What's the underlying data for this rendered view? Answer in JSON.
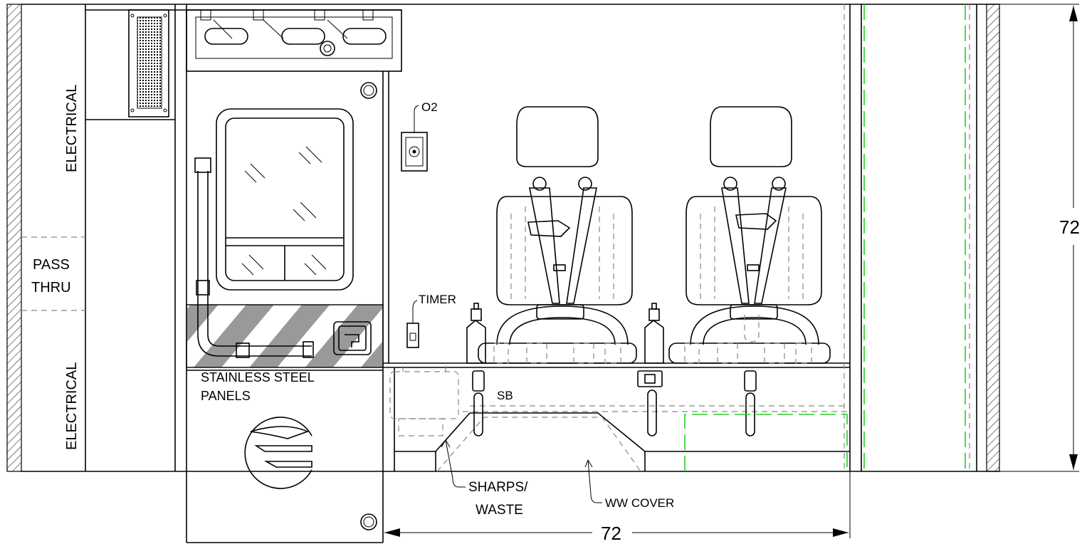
{
  "labels": {
    "electrical_top": "ELECTRICAL",
    "pass_line1": "PASS",
    "pass_line2": "THRU",
    "electrical_bottom": "ELECTRICAL",
    "panels_line1": "STAINLESS STEEL",
    "panels_line2": "PANELS",
    "o2": "O2",
    "timer": "TIMER",
    "sb": "SB",
    "sharps_line1": "SHARPS/",
    "sharps_line2": "WASTE",
    "ww_cover": "WW COVER",
    "dim_width": "72",
    "dim_height": "72"
  },
  "colors": {
    "line": "#000000",
    "hidden_line": "#888888",
    "green_dash": "#1fd41f",
    "stripe_fill": "#999999"
  }
}
